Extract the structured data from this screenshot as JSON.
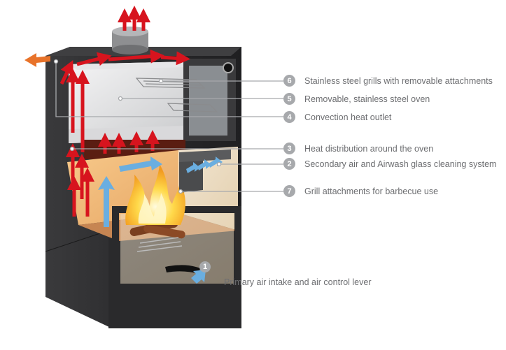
{
  "callouts": [
    {
      "number": "6",
      "label": "Stainless steel grills with removable attachments"
    },
    {
      "number": "5",
      "label": "Removable, stainless steel oven"
    },
    {
      "number": "4",
      "label": "Convection heat outlet"
    },
    {
      "number": "3",
      "label": "Heat distribution around the oven"
    },
    {
      "number": "2",
      "label": "Secondary air and Airwash glass cleaning system"
    },
    {
      "number": "7",
      "label": "Grill attachments for barbecue use"
    }
  ],
  "primary": {
    "number": "1",
    "label": "Primary air intake and air control lever"
  },
  "colors": {
    "hot_air": "#d7141e",
    "outlet_arrow": "#e8732a",
    "cool_air": "#6aaee0",
    "stove_body": "#2b2b2d",
    "callout_gray": "#a7a9ac",
    "label_text": "#6d6e71"
  }
}
